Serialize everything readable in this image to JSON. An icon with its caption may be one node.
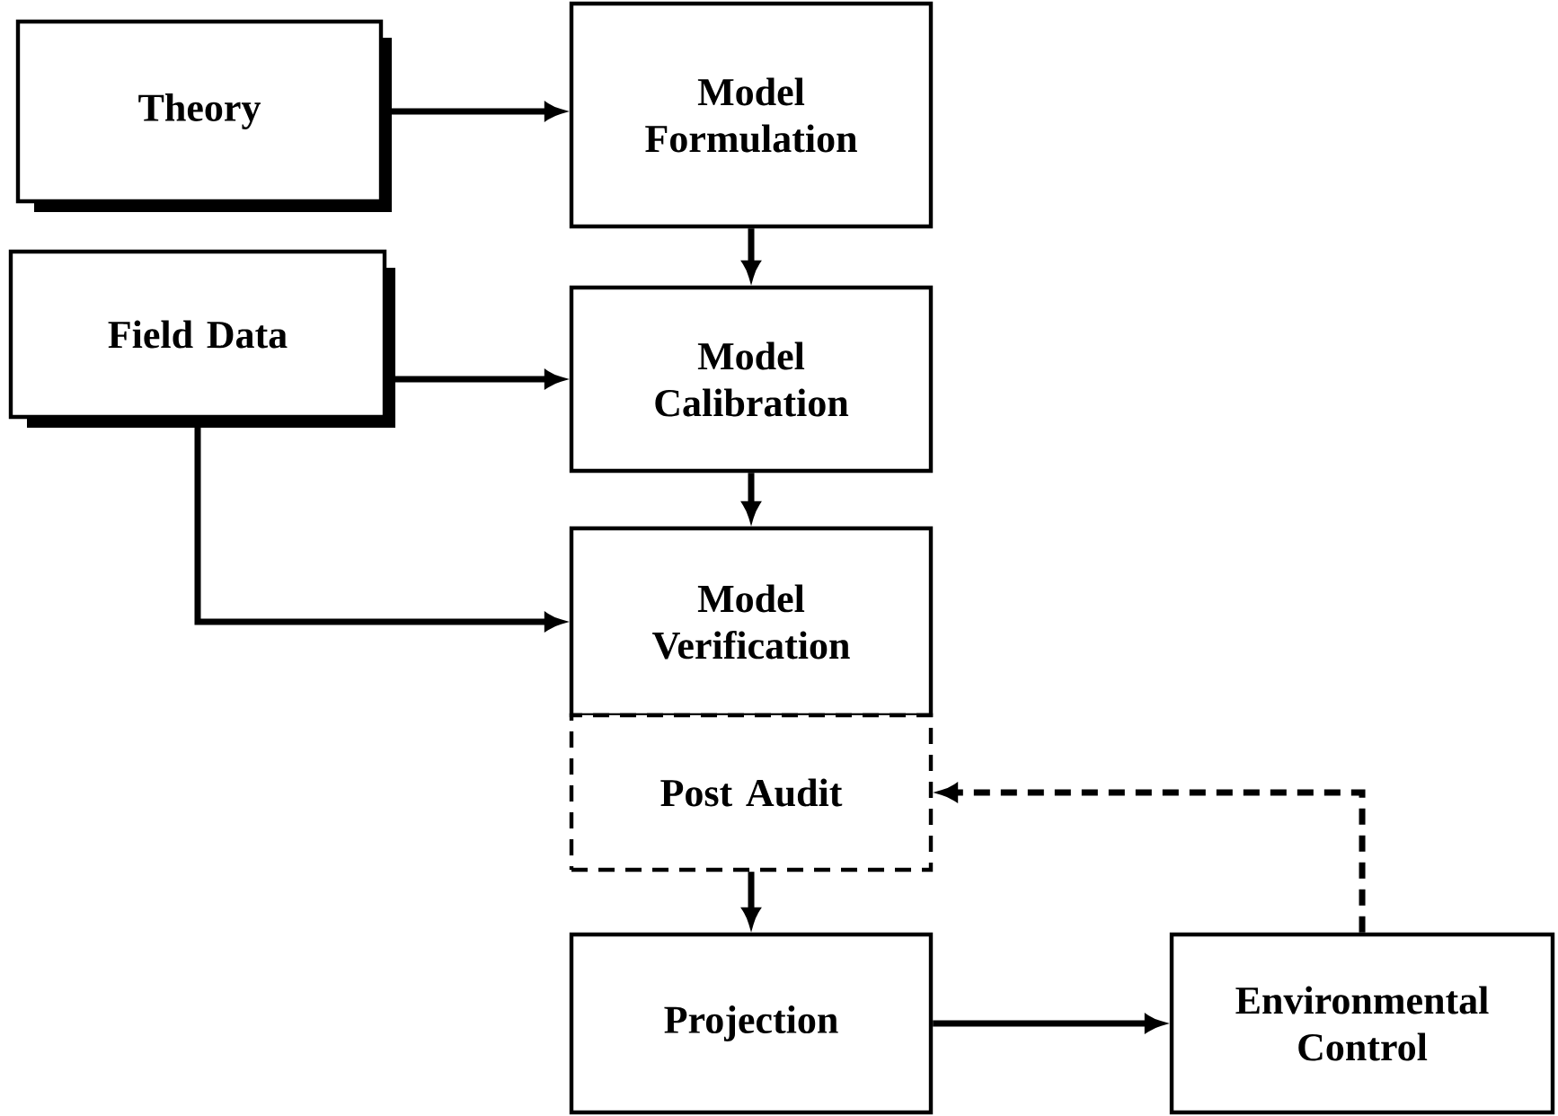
{
  "diagram": {
    "nodes": [
      {
        "text": [
          "Theory"
        ]
      },
      {
        "text": [
          "Model Formulation"
        ]
      },
      {
        "text": [
          "Field Data"
        ]
      },
      {
        "text": [
          "Model Calibration"
        ]
      },
      {
        "text": [
          "Model Verification"
        ]
      },
      {
        "text": [
          "Post Audit"
        ]
      },
      {
        "text": [
          "Projection"
        ]
      },
      {
        "text": [
          "Environmental Control"
        ]
      }
    ],
    "edges": [
      {
        "from": 0,
        "to": 1,
        "arrow": "to"
      },
      {
        "from": 1,
        "to": 3,
        "arrow": "to"
      },
      {
        "from": 2,
        "to": 3,
        "arrow": "to"
      },
      {
        "from": 3,
        "to": 4,
        "arrow": "to"
      },
      {
        "from": 2,
        "to": 4,
        "arrow": "to"
      },
      {
        "from": 5,
        "to": 6,
        "arrow": "to"
      },
      {
        "from": 6,
        "to": 7,
        "arrow": "to"
      },
      {
        "from": 7,
        "to": 5,
        "arrow": "to",
        "style": "dashed"
      }
    ]
  }
}
